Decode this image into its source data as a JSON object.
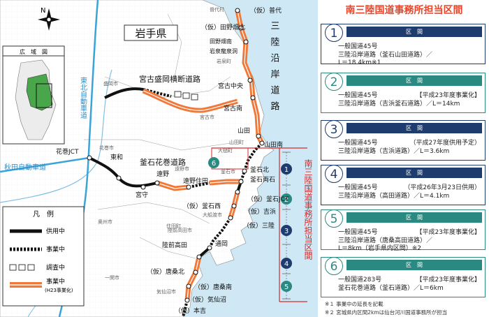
{
  "panel": {
    "title": "南三陸国道事務所担当区間",
    "sections": [
      {
        "num": "1",
        "header": "区　間",
        "line1": "一般国道45号",
        "note": "",
        "line2": "三陸沿岸道路（釜石山田道路）／",
        "line3": "L＝18.4km※1"
      },
      {
        "num": "2",
        "header": "区　間",
        "line1": "一般国道45号",
        "note": "【平成23年度事業化】",
        "line2": "三陸沿岸道路（吉浜釜石道路）／L＝14km",
        "line3": ""
      },
      {
        "num": "3",
        "header": "区　間",
        "line1": "一般国道45号",
        "note": "（平成27年度供用予定）",
        "line2": "三陸沿岸道路（吉浜道路）／L＝3.6km",
        "line3": ""
      },
      {
        "num": "4",
        "header": "区　間",
        "line1": "一般国道45号",
        "note": "（平成26年3月23日供用）",
        "line2": "三陸沿岸道路（高田道路）／L＝4.1km",
        "line3": ""
      },
      {
        "num": "5",
        "header": "区　間",
        "line1": "一般国道45号",
        "note": "【平成23年度事業化】",
        "line2": "三陸沿岸道路（唐桑高田道路）／",
        "line3": "L＝8km（岩手県内区間）※2"
      },
      {
        "num": "6",
        "header": "区　間",
        "line1": "一般国道283号",
        "note": "【平成23年度事業化】",
        "line2": "釜石花巻道路（釜石道路）／L＝6km",
        "line3": ""
      }
    ],
    "footnotes": [
      "※１ 事業中の延長を記載",
      "※２ 宮城県内区間2kmは仙台河川国道事務所が担当"
    ]
  },
  "inset": {
    "title": "広　域　図"
  },
  "legend": {
    "title": "凡　例",
    "items": [
      {
        "label": "供用中"
      },
      {
        "label": "事業中"
      },
      {
        "label": "調査中"
      },
      {
        "label": "事業中",
        "sublabel": "(H23事業化)"
      }
    ]
  },
  "map": {
    "prefecture": "岩手県",
    "sea_label": "三陸沿岸道路",
    "expressway_tohoku": "東北自動車道",
    "expressway_akita": "秋田自動車道",
    "route_miyako": "宮古盛岡横断道路",
    "route_kamaishi": "釜石花巻道路",
    "office_vertical": "南三陸国道事務所担当区間",
    "compass": "N",
    "place_labels": [
      {
        "text": "（仮）普代",
        "color": "#111",
        "size": 9
      },
      {
        "text": "普代村",
        "color": "#666",
        "size": 7
      },
      {
        "text": "（仮）田野畑北",
        "color": "#111",
        "size": 9
      },
      {
        "text": "田野畑南",
        "color": "#111",
        "size": 8
      },
      {
        "text": "岩泉龍泉洞",
        "color": "#111",
        "size": 8
      },
      {
        "text": "岩泉町",
        "color": "#666",
        "size": 7
      },
      {
        "text": "盛岡市",
        "color": "#666",
        "size": 7
      },
      {
        "text": "宮古中央",
        "color": "#111",
        "size": 9
      },
      {
        "text": "宮古南",
        "color": "#111",
        "size": 9
      },
      {
        "text": "宮古市",
        "color": "#666",
        "size": 7
      },
      {
        "text": "山田",
        "color": "#111",
        "size": 9
      },
      {
        "text": "山田南",
        "color": "#111",
        "size": 9
      },
      {
        "text": "山田町",
        "color": "#666",
        "size": 7
      },
      {
        "text": "大槌町",
        "color": "#666",
        "size": 7
      },
      {
        "text": "釜石市",
        "color": "#666",
        "size": 7
      },
      {
        "text": "釜石北",
        "color": "#111",
        "size": 9
      },
      {
        "text": "釜石両石",
        "color": "#111",
        "size": 9
      },
      {
        "text": "（仮）釜石JCT",
        "color": "#111",
        "size": 9
      },
      {
        "text": "（仮）吉浜",
        "color": "#111",
        "size": 9
      },
      {
        "text": "（仮）三陸",
        "color": "#111",
        "size": 9
      },
      {
        "text": "大船渡市",
        "color": "#666",
        "size": 7
      },
      {
        "text": "通岡",
        "color": "#111",
        "size": 9
      },
      {
        "text": "陸前高田市",
        "color": "#666",
        "size": 7
      },
      {
        "text": "陸前高田",
        "color": "#111",
        "size": 9
      },
      {
        "text": "（仮）唐桑北",
        "color": "#111",
        "size": 9
      },
      {
        "text": "（仮）唐桑南",
        "color": "#111",
        "size": 9
      },
      {
        "text": "（仮）気仙沼",
        "color": "#111",
        "size": 9
      },
      {
        "text": "（仮）本吉",
        "color": "#111",
        "size": 9
      },
      {
        "text": "気仙沼市",
        "color": "#666",
        "size": 7
      },
      {
        "text": "花巻JCT",
        "color": "#111",
        "size": 9
      },
      {
        "text": "花巻市",
        "color": "#666",
        "size": 7
      },
      {
        "text": "東和",
        "color": "#111",
        "size": 9
      },
      {
        "text": "遠野",
        "color": "#111",
        "size": 9
      },
      {
        "text": "宮守",
        "color": "#111",
        "size": 9
      },
      {
        "text": "遠野住田",
        "color": "#111",
        "size": 9
      },
      {
        "text": "遠野市",
        "color": "#666",
        "size": 7
      },
      {
        "text": "（仮）釜石西",
        "color": "#111",
        "size": 9
      },
      {
        "text": "奥州市",
        "color": "#666",
        "size": 7
      },
      {
        "text": "住田町",
        "color": "#666",
        "size": 7
      },
      {
        "text": "一関市",
        "color": "#666",
        "size": 7
      }
    ]
  },
  "markers": [
    "1",
    "2",
    "3",
    "4",
    "5",
    "6"
  ]
}
